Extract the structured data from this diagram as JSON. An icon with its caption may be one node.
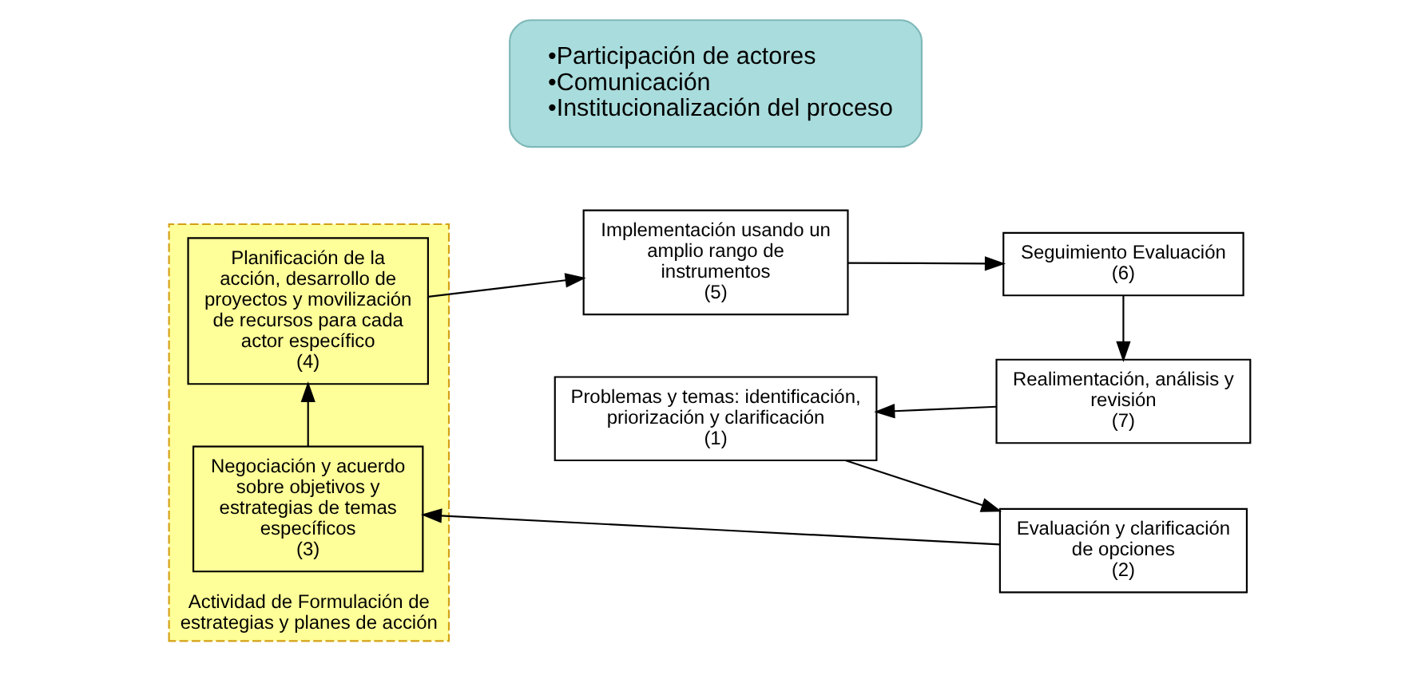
{
  "diagram": {
    "nodes": [
      {
        "text": [
          "Problemas y temas: identificación, priorización y clarificación",
          "(1)"
        ]
      },
      {
        "text": [
          "Evaluación y clarificación de opciones",
          "(2)"
        ]
      },
      {
        "text": [
          "Actividad de Formulación de estrategias y planes de acción"
        ]
      },
      {
        "text": [
          "Negociación y acuerdo sobre objetivos y estrategias de temas específicos",
          "(3)"
        ],
        "in": 2
      },
      {
        "text": [
          "Planificación de la acción, desarrollo de proyectos y movilización de recursos para cada actor específico",
          "(4)"
        ],
        "in": 2
      },
      {
        "text": [
          "Implementación usando un amplio rango de instrumentos",
          "(5)"
        ]
      },
      {
        "text": [
          "Seguimiento Evaluación",
          "(6)"
        ]
      },
      {
        "text": [
          "Realimentación, análisis y revisión",
          "(7)"
        ]
      },
      {
        "text": [
          "•Participación de actores",
          "•Comunicación",
          "•Institucionalización del proceso"
        ]
      }
    ],
    "edges": [
      {
        "from": 0,
        "to": 1,
        "arrow": "to"
      },
      {
        "from": 1,
        "to": 3,
        "arrow": "to"
      },
      {
        "from": 3,
        "to": 4,
        "arrow": "to"
      },
      {
        "from": 4,
        "to": 5,
        "arrow": "to"
      },
      {
        "from": 5,
        "to": 6,
        "arrow": "to"
      },
      {
        "from": 6,
        "to": 7,
        "arrow": "to"
      },
      {
        "from": 7,
        "to": 0,
        "arrow": "to"
      }
    ]
  }
}
